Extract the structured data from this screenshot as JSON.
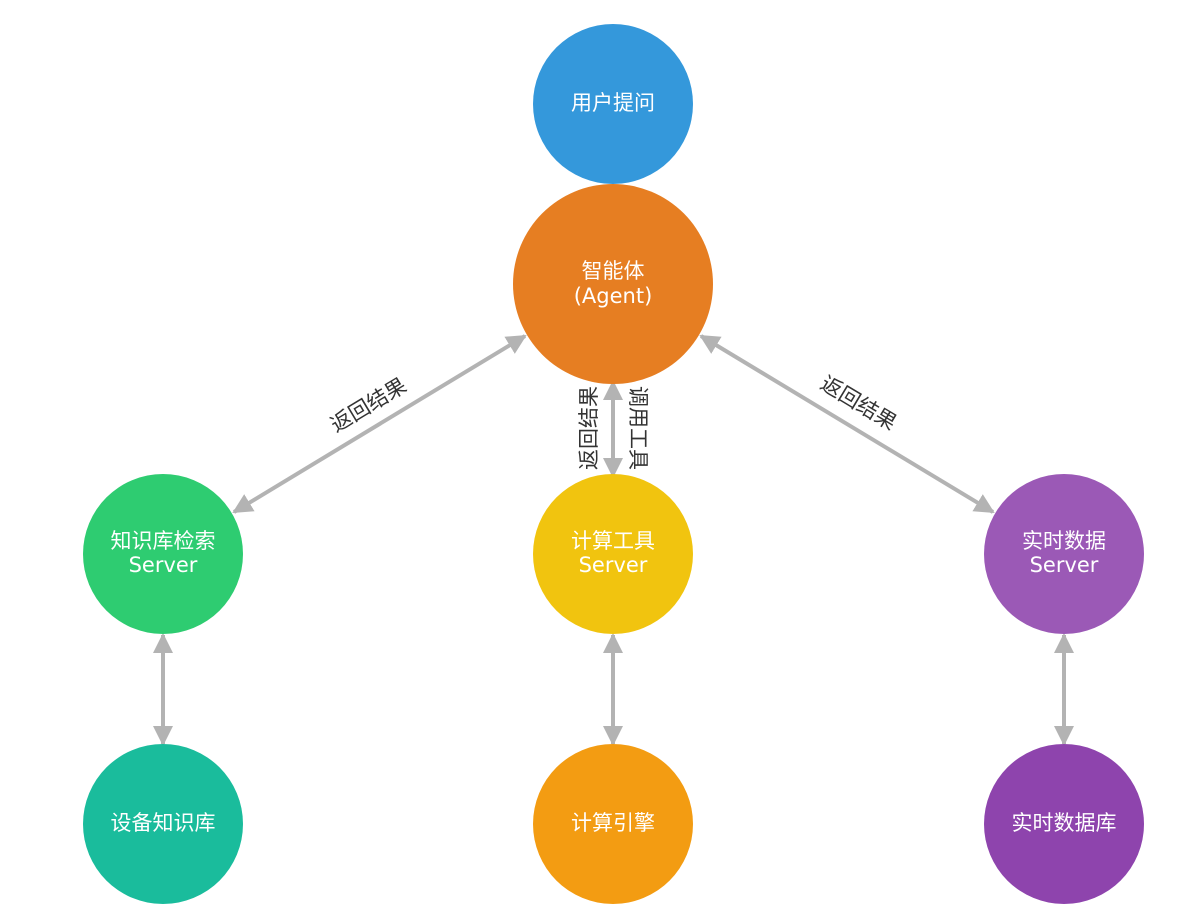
{
  "nodes": {
    "user": {
      "lines": [
        "用户提问"
      ],
      "color": "#3498db"
    },
    "agent": {
      "lines": [
        "智能体",
        "(Agent)"
      ],
      "color": "#e67e22"
    },
    "kb_server": {
      "lines": [
        "知识库检索",
        "Server"
      ],
      "color": "#2ecc71"
    },
    "calc_server": {
      "lines": [
        "计算工具",
        "Server"
      ],
      "color": "#f1c40f"
    },
    "rt_server": {
      "lines": [
        "实时数据",
        "Server"
      ],
      "color": "#9b59b6"
    },
    "device_kb": {
      "lines": [
        "设备知识库"
      ],
      "color": "#1abc9c"
    },
    "calc_engine": {
      "lines": [
        "计算引擎"
      ],
      "color": "#f39c12"
    },
    "rt_db": {
      "lines": [
        "实时数据库"
      ],
      "color": "#8e44ad"
    }
  },
  "edges": {
    "agent_kb": {
      "label": "返回结果"
    },
    "agent_rt": {
      "label": "返回结果"
    },
    "agent_calc_return": {
      "label": "返回结果"
    },
    "agent_calc_call": {
      "label": "调用工具"
    },
    "kb_device": {
      "label": ""
    },
    "calc_engine": {
      "label": ""
    },
    "rt_db": {
      "label": ""
    }
  },
  "colors": {
    "edge": "#b3b3b3",
    "label": "#333333"
  }
}
